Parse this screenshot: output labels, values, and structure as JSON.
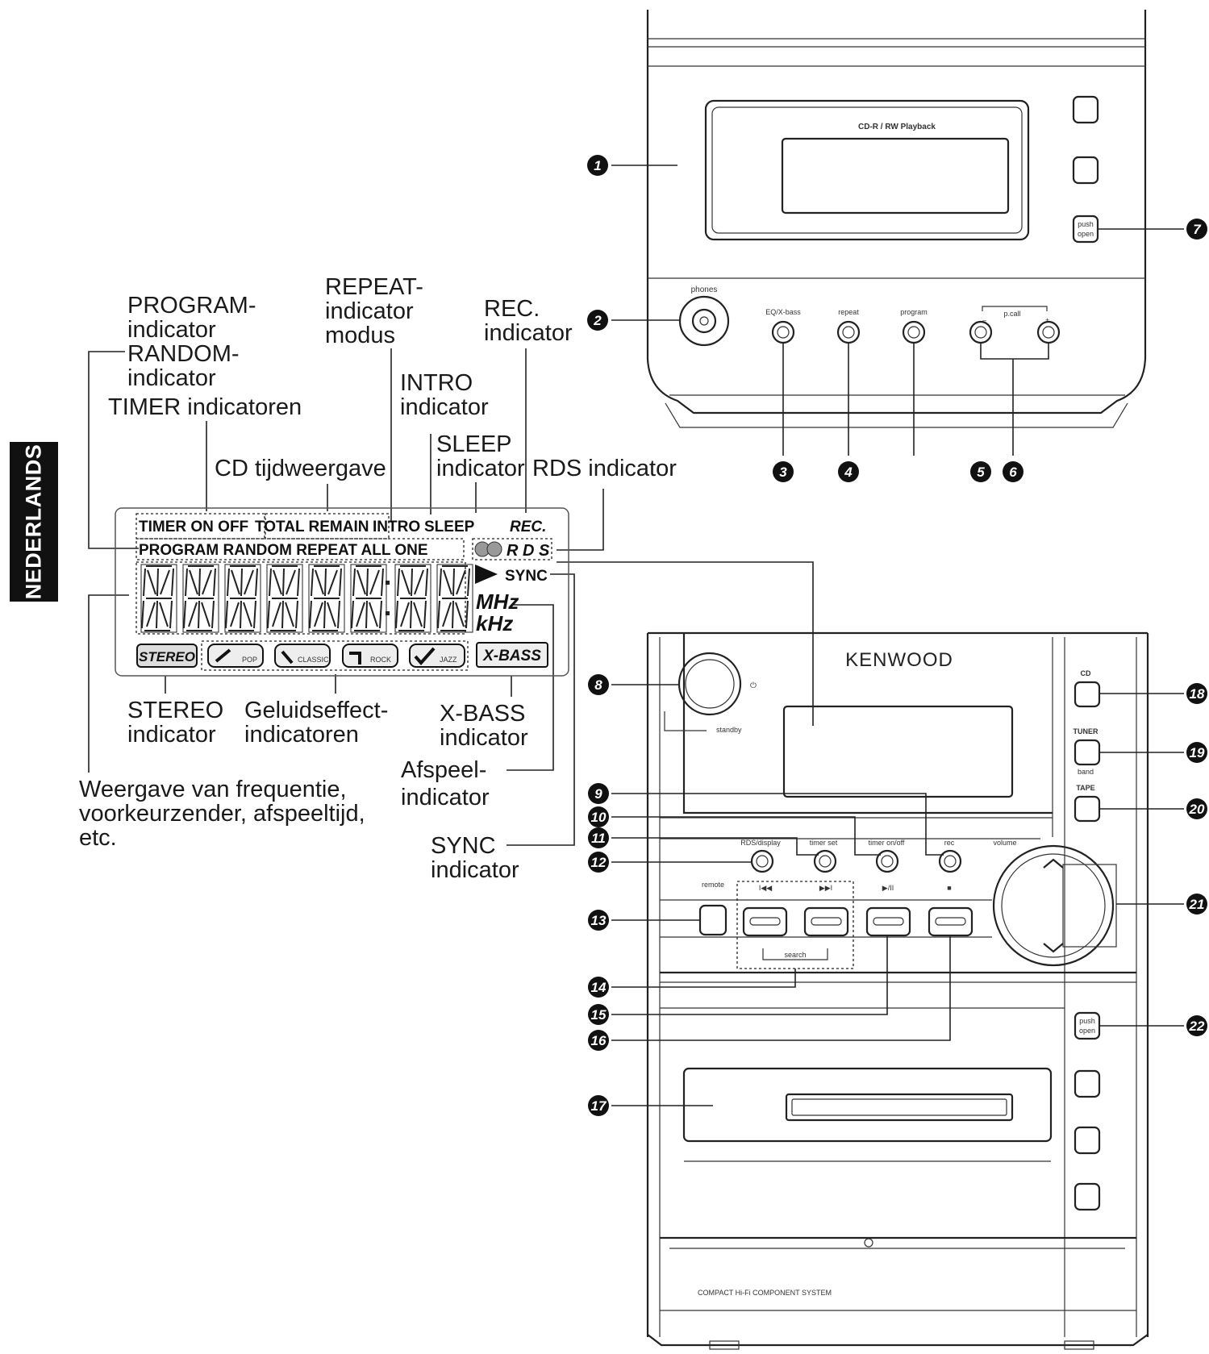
{
  "side_tab": "NEDERLANDS",
  "callouts": {
    "program": [
      "PROGRAM-",
      "indicator"
    ],
    "random": [
      "RANDOM-",
      "indicator"
    ],
    "timer": "TIMER indicatoren",
    "repeat": [
      "REPEAT-",
      "indicator",
      "modus"
    ],
    "rec": [
      "REC.",
      "indicator"
    ],
    "intro": [
      "INTRO",
      "indicator"
    ],
    "sleep": [
      "SLEEP",
      "indicator"
    ],
    "cd_time": "CD tijdweergave",
    "rds": "RDS indicator",
    "stereo": [
      "STEREO",
      "indicator"
    ],
    "sound_effect": [
      "Geluidseffect-",
      "indicatoren"
    ],
    "xbass": [
      "X-BASS",
      "indicator"
    ],
    "play": [
      "Afspeel-",
      "indicator"
    ],
    "sync": [
      "SYNC",
      "indicator"
    ],
    "frequency": [
      "Weergave van frequentie,",
      "voorkeurzender, afspeeltijd,",
      "etc."
    ]
  },
  "lcd": {
    "row1_timer": "TIMER ON OFF",
    "row1_total": "TOTAL REMAIN",
    "row1_intro": "INTRO",
    "row1_sleep": "SLEEP",
    "row1_rec": "REC.",
    "row2": "PROGRAM RANDOM REPEAT ALL ONE",
    "rds": "R D S",
    "sync": "SYNC",
    "mhz": "MHz",
    "khz": "kHz",
    "stereo": "STEREO",
    "pop": "POP",
    "classic": "CLASSIC",
    "rock": "ROCK",
    "jazz": "JAZZ",
    "xbass": "X-BASS"
  },
  "top_unit": {
    "cd_label": "CD-R / RW Playback",
    "phones": "phones",
    "eq": "EQ/X-bass",
    "repeat": "repeat",
    "program": "program",
    "pcall": "p.call",
    "minus": "–",
    "plus": "+",
    "push_open": [
      "push",
      "open"
    ]
  },
  "main_unit": {
    "brand": "KENWOOD",
    "power": "⏻",
    "standby": "standby",
    "cd": "CD",
    "tuner": "TUNER",
    "band": "band",
    "tape": "TAPE",
    "rds_display": "RDS/display",
    "timer_set": "timer set",
    "timer_onoff": "timer on/off",
    "rec": "rec",
    "volume": "volume",
    "remote": "remote",
    "prev": "I◀◀",
    "next": "▶▶I",
    "playpause": "▶/II",
    "stop": "■",
    "search": "search",
    "push_open": [
      "push",
      "open"
    ],
    "bottom_label": "COMPACT Hi-Fi COMPONENT SYSTEM"
  },
  "markers": [
    "1",
    "2",
    "3",
    "4",
    "5",
    "6",
    "7",
    "8",
    "9",
    "10",
    "11",
    "12",
    "13",
    "14",
    "15",
    "16",
    "17",
    "18",
    "19",
    "20",
    "21",
    "22"
  ]
}
